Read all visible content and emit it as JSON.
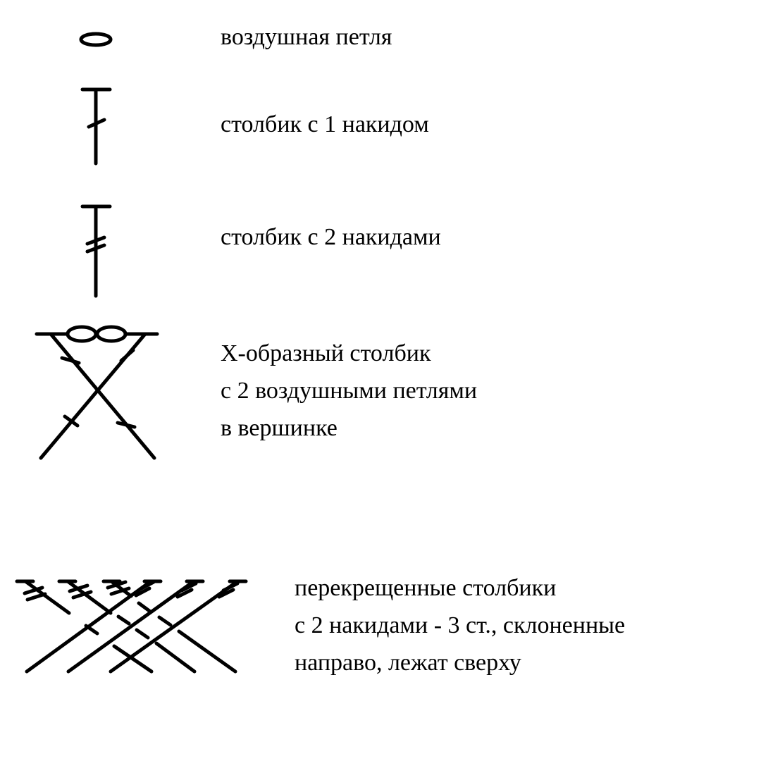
{
  "legend": [
    {
      "symbol": "chain-stitch",
      "lines": [
        "воздушная петля"
      ]
    },
    {
      "symbol": "double-crochet",
      "lines": [
        "столбик с 1 накидом"
      ]
    },
    {
      "symbol": "treble-crochet",
      "lines": [
        "столбик с 2 накидами"
      ]
    },
    {
      "symbol": "x-stitch",
      "lines": [
        "Х-образный столбик",
        "с 2 воздушными петлями",
        "в вершинке"
      ]
    },
    {
      "symbol": "crossed-trebles",
      "lines": [
        "перекрещенные столбики",
        "с 2 накидами - 3 ст., склоненные",
        "направо, лежат сверху"
      ]
    }
  ],
  "colors": {
    "ink": "#000000",
    "background": "#ffffff"
  }
}
